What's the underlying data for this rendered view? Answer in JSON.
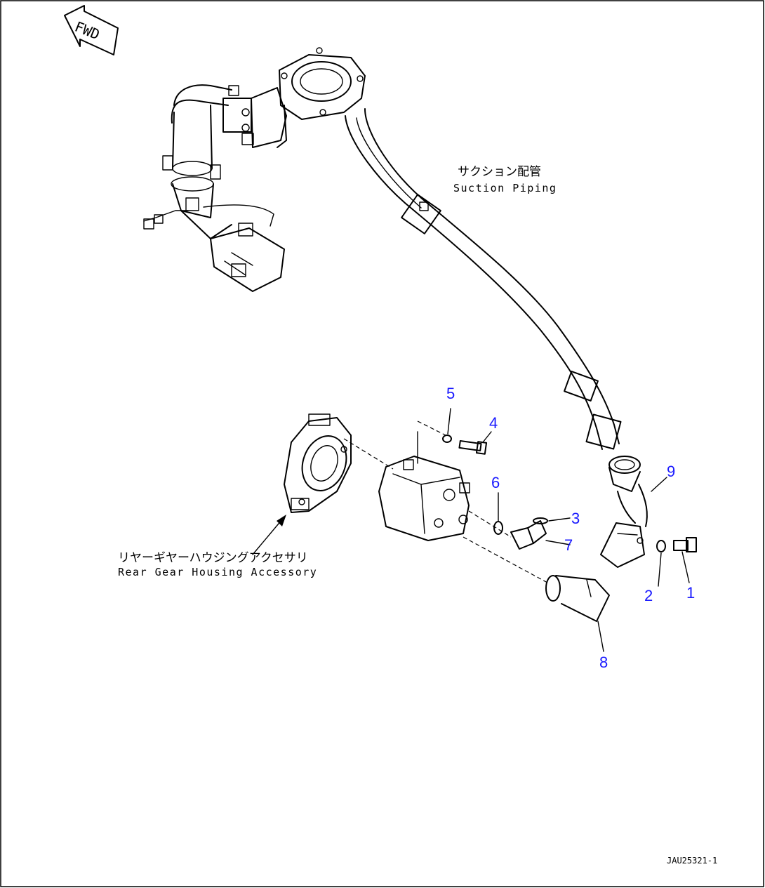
{
  "fwd_label": "FWD",
  "callouts": [
    {
      "id": "1",
      "label": "1"
    },
    {
      "id": "2",
      "label": "2"
    },
    {
      "id": "3",
      "label": "3"
    },
    {
      "id": "4",
      "label": "4"
    },
    {
      "id": "5",
      "label": "5"
    },
    {
      "id": "6",
      "label": "6"
    },
    {
      "id": "7",
      "label": "7"
    },
    {
      "id": "8",
      "label": "8"
    },
    {
      "id": "9",
      "label": "9"
    }
  ],
  "annotations": {
    "suction_jp": "サクション配管",
    "suction_en": "Suction Piping",
    "rear_gear_jp": "リヤーギヤーハウジングアクセサリ",
    "rear_gear_en": "Rear Gear Housing Accessory"
  },
  "drawing_code": "JAU25321-1"
}
